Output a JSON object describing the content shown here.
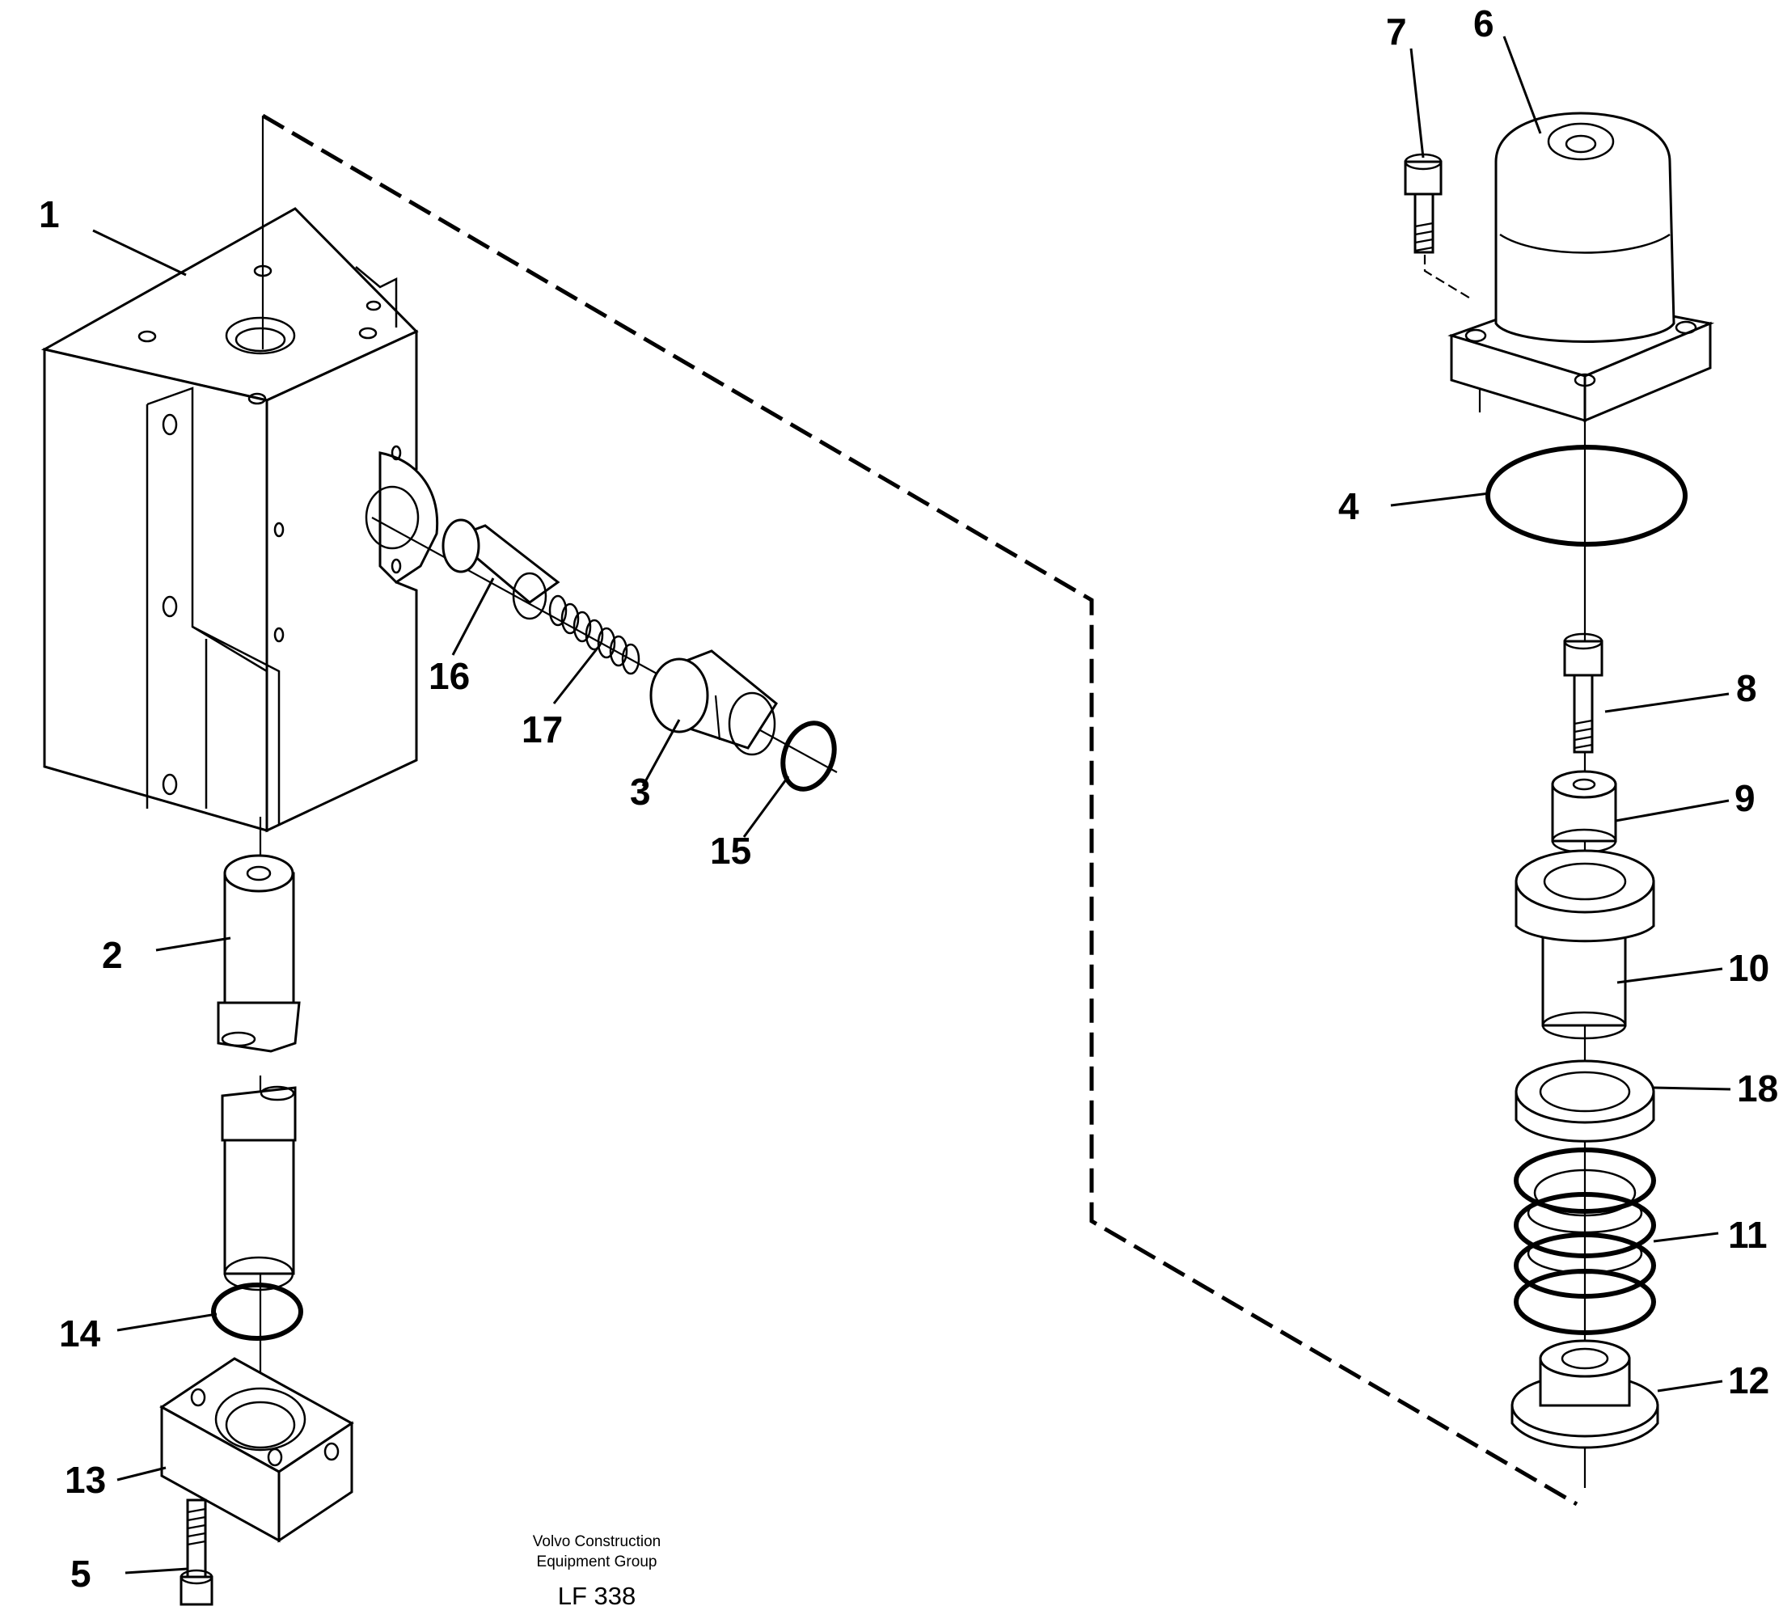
{
  "diagram": {
    "part_labels": [
      "1",
      "2",
      "3",
      "4",
      "5",
      "6",
      "7",
      "8",
      "9",
      "10",
      "11",
      "12",
      "13",
      "14",
      "15",
      "16",
      "17",
      "18"
    ],
    "caption": {
      "line1": "Volvo Construction",
      "line2": "Equipment Group",
      "code": "LF 338"
    }
  }
}
